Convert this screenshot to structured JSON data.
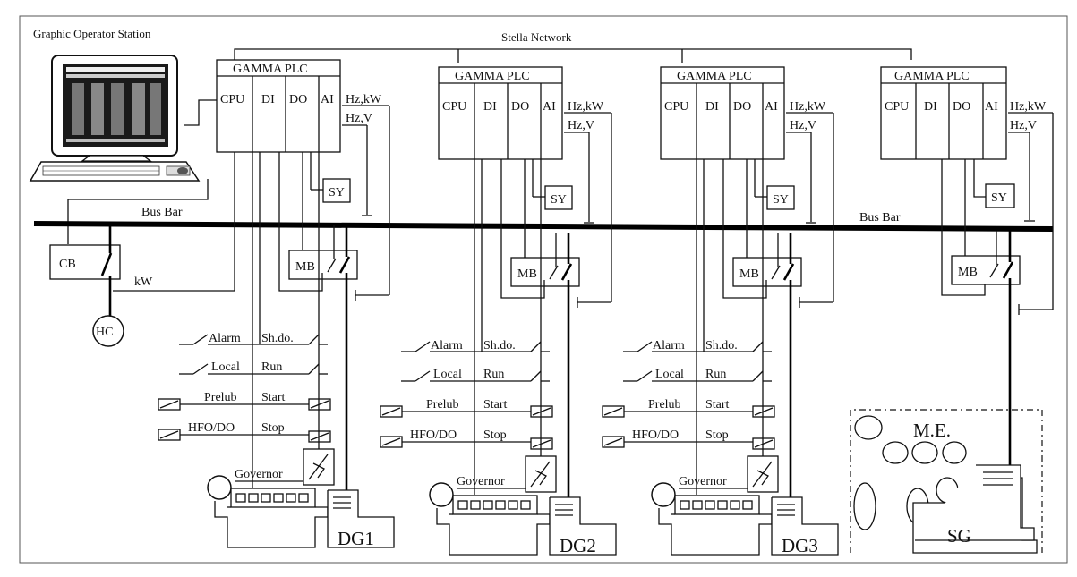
{
  "titles": {
    "station": "Graphic Operator Station",
    "network": "Stella Network",
    "busbar_left": "Bus Bar",
    "busbar_right": "Bus Bar"
  },
  "plc": {
    "name": "GAMMA PLC",
    "modules": [
      "CPU",
      "DI",
      "DO",
      "AI"
    ],
    "meas1": "Hz,kW",
    "meas2": "Hz,V",
    "sync": "SY",
    "breaker": "MB"
  },
  "signals": {
    "alarm": "Alarm",
    "shutdown": "Sh.do.",
    "local": "Local",
    "run": "Run",
    "prelub": "Prelub",
    "start": "Start",
    "fuel": "HFO/DO",
    "stop": "Stop",
    "governor": "Governor"
  },
  "harbour": {
    "breaker": "CB",
    "power": "kW",
    "consumer": "HC"
  },
  "generators": [
    "DG1",
    "DG2",
    "DG3"
  ],
  "main_engine": {
    "label": "M.E.",
    "shaft_gen": "SG"
  }
}
